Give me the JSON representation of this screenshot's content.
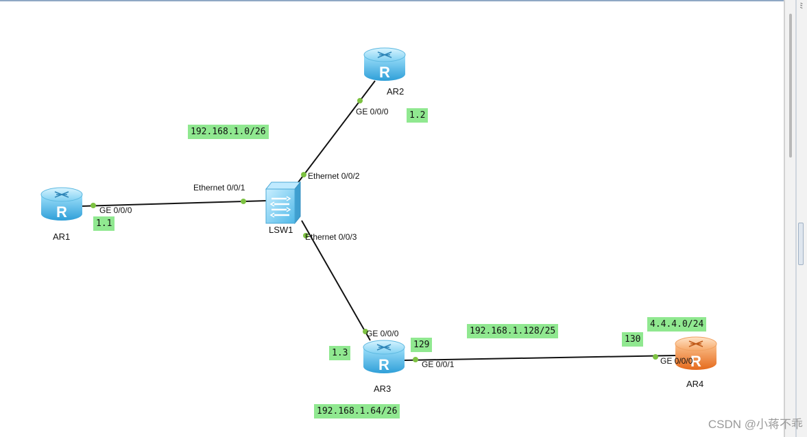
{
  "devices": {
    "ar1": "AR1",
    "ar2": "AR2",
    "ar3": "AR3",
    "ar4": "AR4",
    "lsw1": "LSW1"
  },
  "ports": {
    "ar1_ge000": "GE 0/0/0",
    "ar2_ge000": "GE 0/0/0",
    "lsw1_eth001": "Ethernet 0/0/1",
    "lsw1_eth002": "Ethernet 0/0/2",
    "lsw1_eth003": "Ethernet 0/0/3",
    "ar3_ge000": "GE 0/0/0",
    "ar3_ge001": "GE 0/0/1",
    "ar4_ge000": "GE 0/0/0"
  },
  "annotations": {
    "net_main": "192.168.1.0/26",
    "ar2_ip": "1.2",
    "ar1_ip": "1.1",
    "ar3_ip": "1.3",
    "ar3_lan": "192.168.1.64/26",
    "p2p_net": "192.168.1.128/25",
    "ar3_p2p": "129",
    "ar4_p2p": "130",
    "ar4_loop": "4.4.4.0/24"
  },
  "watermark": "CSDN @小蒋不乖",
  "corner_glyph": "ﾐ",
  "colors": {
    "router_blue": "#4fbde9",
    "router_orange": "#f08a3c",
    "switch_blue": "#7ccdf0",
    "tag_green": "#90e890",
    "port_dot": "#7dc242"
  }
}
